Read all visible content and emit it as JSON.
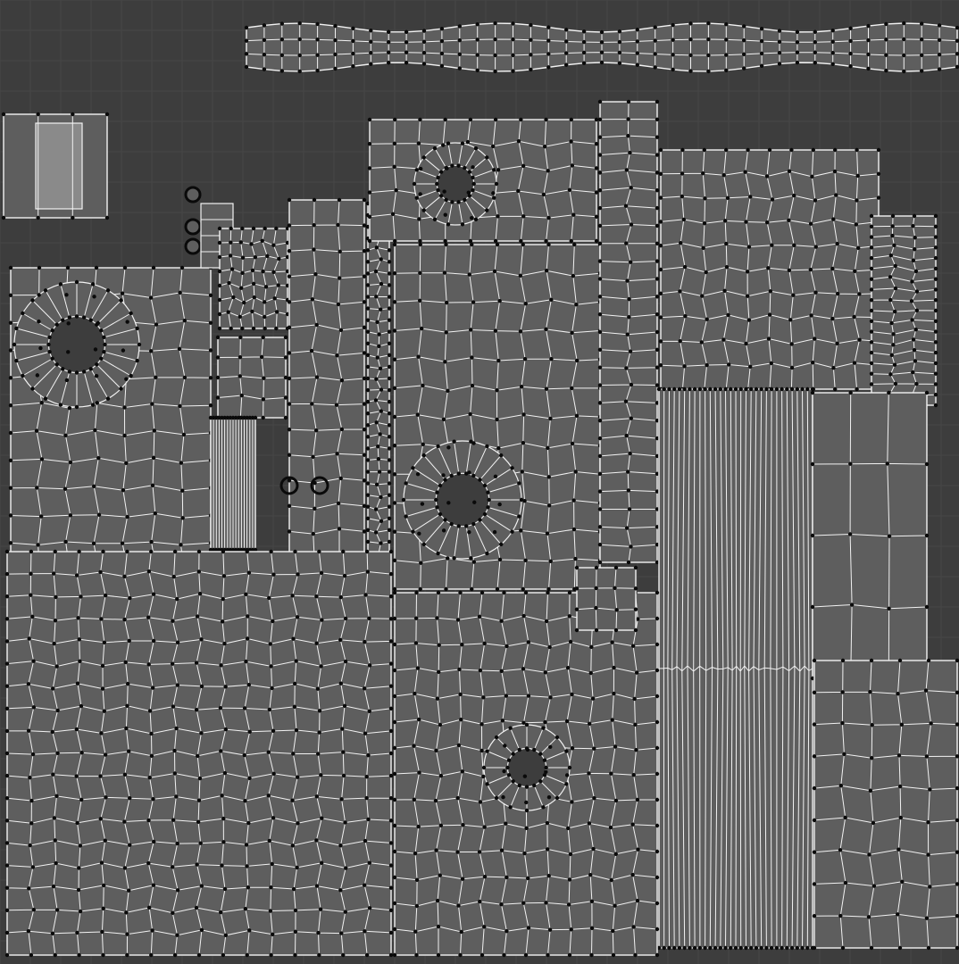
{
  "editor": {
    "view": "uv-layout",
    "colors": {
      "background": "#3d3d3d",
      "grid": "#474747",
      "grid_major": "#505050",
      "island_fill": "#5e5e5e",
      "island_fill_selected": "#8a8a8a",
      "edge": "#f2f2f2",
      "vertex": "#0a0a0a"
    }
  },
  "islands": [
    {
      "id": "strap",
      "shape": "tube",
      "selected": false
    },
    {
      "id": "box-top-left",
      "shape": "strip",
      "selected": true
    },
    {
      "id": "sleeve-left",
      "shape": "panel",
      "selected": false
    },
    {
      "id": "small-parts-a",
      "shape": "parts",
      "selected": false
    },
    {
      "id": "finger-fan",
      "shape": "fan",
      "selected": false
    },
    {
      "id": "shield",
      "shape": "panel",
      "selected": false
    },
    {
      "id": "cylinder",
      "shape": "strip",
      "selected": false
    },
    {
      "id": "column",
      "shape": "strip",
      "selected": false
    },
    {
      "id": "zip-strip",
      "shape": "strip",
      "selected": false
    },
    {
      "id": "collar",
      "shape": "ring",
      "selected": false
    },
    {
      "id": "body-center",
      "shape": "panel",
      "selected": false
    },
    {
      "id": "pipe-tall",
      "shape": "strip",
      "selected": false
    },
    {
      "id": "cuff-right",
      "shape": "panel",
      "selected": false
    },
    {
      "id": "star-fan",
      "shape": "fan",
      "selected": false
    },
    {
      "id": "stripes",
      "shape": "stripes",
      "selected": false
    },
    {
      "id": "pocket-right",
      "shape": "panel",
      "selected": false
    },
    {
      "id": "pants-left",
      "shape": "panel",
      "selected": false
    },
    {
      "id": "pants-center",
      "shape": "panel",
      "selected": false
    },
    {
      "id": "hood-small",
      "shape": "panel",
      "selected": false
    },
    {
      "id": "boot-right",
      "shape": "panel",
      "selected": false
    }
  ]
}
